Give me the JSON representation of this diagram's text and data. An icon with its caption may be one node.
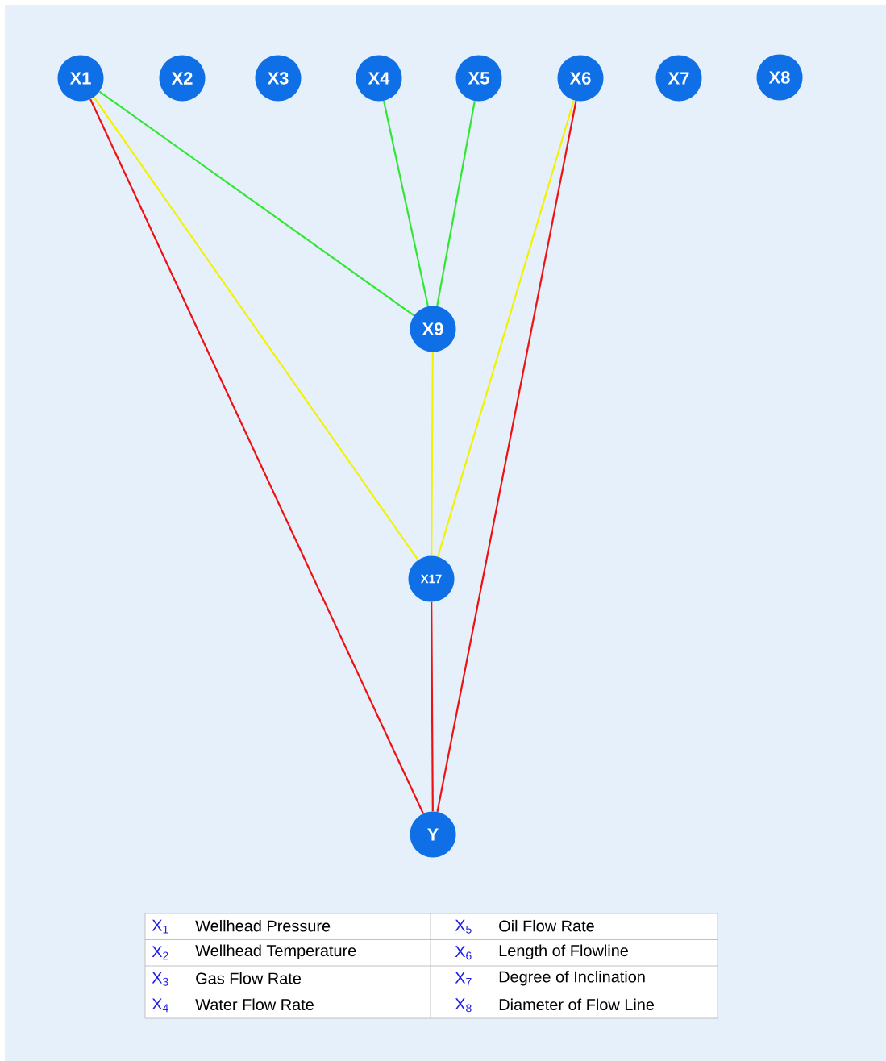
{
  "diagram": {
    "nodes": [
      {
        "text": [
          "X1"
        ]
      },
      {
        "text": [
          "X2"
        ]
      },
      {
        "text": [
          "X3"
        ]
      },
      {
        "text": [
          "X4"
        ]
      },
      {
        "text": [
          "X5"
        ]
      },
      {
        "text": [
          "X6"
        ]
      },
      {
        "text": [
          "X7"
        ]
      },
      {
        "text": [
          "X8"
        ]
      },
      {
        "text": [
          "X9"
        ]
      },
      {
        "text": [
          "X17"
        ]
      },
      {
        "text": [
          "Y"
        ]
      }
    ],
    "edges": [
      {
        "from": 0,
        "to": 8,
        "arrow": "none",
        "color": "#33e633"
      },
      {
        "from": 3,
        "to": 8,
        "arrow": "none",
        "color": "#33e633"
      },
      {
        "from": 4,
        "to": 8,
        "arrow": "none",
        "color": "#33e633"
      },
      {
        "from": 0,
        "to": 9,
        "arrow": "none",
        "color": "#f2f200"
      },
      {
        "from": 8,
        "to": 9,
        "arrow": "none",
        "color": "#f2f200"
      },
      {
        "from": 5,
        "to": 9,
        "arrow": "none",
        "color": "#f2f200"
      },
      {
        "from": 0,
        "to": 10,
        "arrow": "none",
        "color": "#ee1111"
      },
      {
        "from": 9,
        "to": 10,
        "arrow": "none",
        "color": "#ee1111"
      },
      {
        "from": 5,
        "to": 10,
        "arrow": "none",
        "color": "#ee1111"
      }
    ],
    "labels": [
      "X$_{1}$",
      "Wellhead Pressure",
      "X$_{5}$",
      "Oil Flow Rate",
      "X$_{2}$",
      "Wellhead Temperature",
      "X$_{6}$",
      "Length of Flowline",
      "X$_{3}$",
      "Gas Flow Rate",
      "X$_{7}$",
      "Degree of Inclination",
      "X$_{4}$",
      "Water Flow Rate",
      "X$_{8}$",
      "Diameter of Flow Line"
    ]
  }
}
